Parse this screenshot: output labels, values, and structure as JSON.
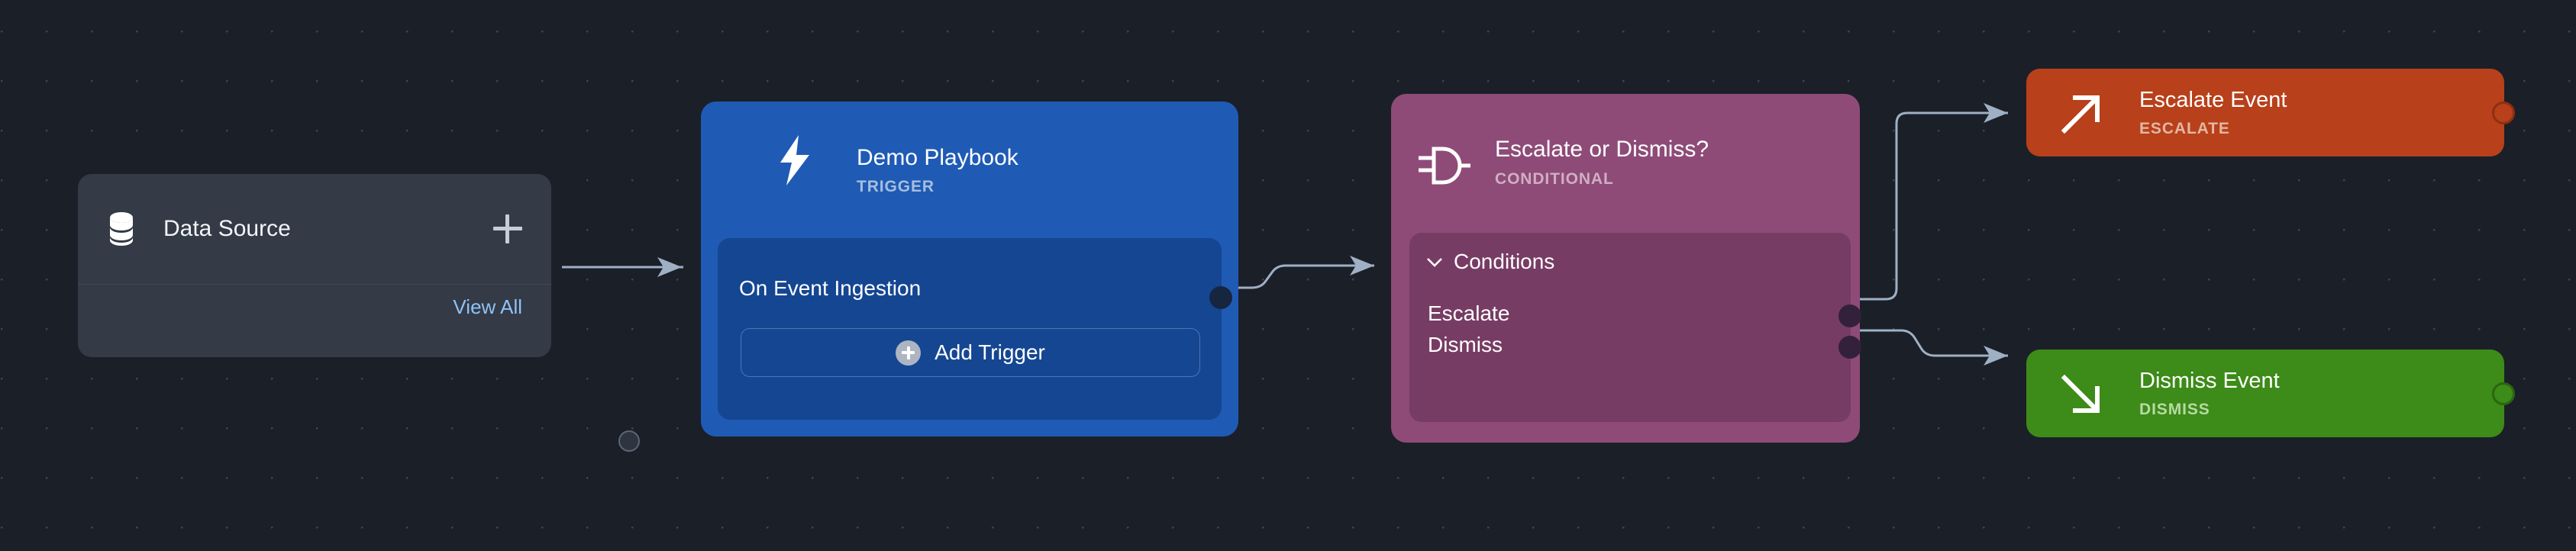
{
  "canvas": {
    "background_color": "#1b1f28",
    "grid": "dot-grid"
  },
  "nodes": {
    "data_source": {
      "icon": "database-icon",
      "title": "Data Source",
      "add_icon": "plus-icon",
      "view_all_label": "View All",
      "background_color": "#343a46",
      "link_color": "#8fc2f7"
    },
    "trigger": {
      "icon": "lightning-bolt-icon",
      "title": "Demo Playbook",
      "subtitle": "TRIGGER",
      "row_label": "On Event Ingestion",
      "add_trigger_label": "Add Trigger",
      "add_trigger_icon": "plus-circle-icon",
      "background_color": "#1f5bb5"
    },
    "conditional": {
      "icon": "logic-gate-icon",
      "title": "Escalate or Dismiss?",
      "subtitle": "CONDITIONAL",
      "conditions_label": "Conditions",
      "conditions_chevron": "chevron-down-icon",
      "branches": [
        {
          "label": "Escalate"
        },
        {
          "label": "Dismiss"
        }
      ],
      "background_color": "#8e4b78"
    },
    "escalate_action": {
      "icon": "arrow-up-right-icon",
      "title": "Escalate Event",
      "subtitle": "ESCALATE",
      "background_color": "#b8401a"
    },
    "dismiss_action": {
      "icon": "arrow-down-right-icon",
      "title": "Dismiss Event",
      "subtitle": "DISMISS",
      "background_color": "#3d8b18"
    }
  },
  "edges": {
    "stroke_color": "#9fb0c4",
    "connections": [
      {
        "from": "data_source",
        "to": "trigger"
      },
      {
        "from": "trigger",
        "to": "conditional"
      },
      {
        "from": "conditional.escalate",
        "to": "escalate_action"
      },
      {
        "from": "conditional.dismiss",
        "to": "dismiss_action"
      }
    ]
  }
}
